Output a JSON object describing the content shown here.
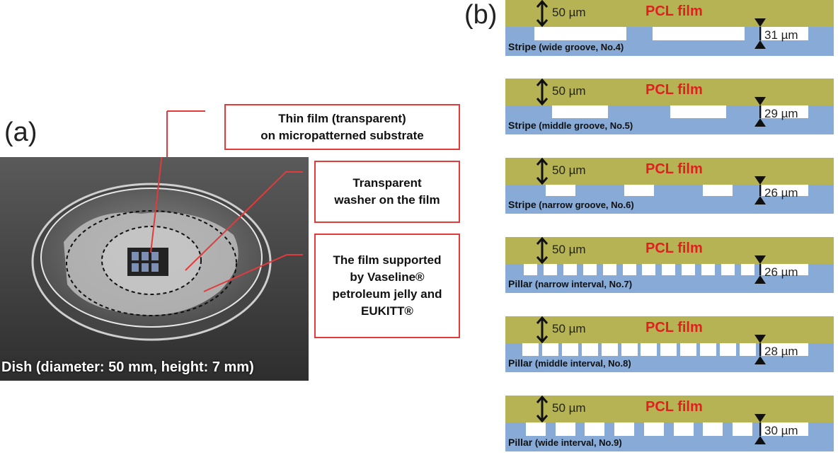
{
  "panel_a": {
    "label": "(a)",
    "caption": "Dish (diameter: 50 mm, height: 7 mm)",
    "callouts": [
      {
        "text": "Thin film (transparent)\non micropatterned substrate"
      },
      {
        "text": "Transparent\nwasher on the film"
      },
      {
        "text": "The film supported\nby Vaseline®\npetroleum jelly and\nEUKITT®"
      }
    ],
    "accent_color": "#e23b3b"
  },
  "panel_b": {
    "label": "(b)",
    "film_color": "#b5b354",
    "substrate_color": "#87aad6",
    "film_label_color": "#e02020",
    "samples": [
      {
        "film_label": "PCL film",
        "thickness": "50 µm",
        "depth": "31 µm",
        "type": "Stripe",
        "detail": "(wide groove, No.4)",
        "features": 2,
        "feature_width": 0.28,
        "depth_fraction": 0.47
      },
      {
        "film_label": "PCL film",
        "thickness": "50 µm",
        "depth": "29 µm",
        "type": "Stripe",
        "detail": "(middle groove, No.5)",
        "features": 2,
        "feature_width": 0.17,
        "depth_fraction": 0.44
      },
      {
        "film_label": "PCL film",
        "thickness": "50 µm",
        "depth": "26 µm",
        "type": "Stripe",
        "detail": "(narrow groove, No.6)",
        "features": 3,
        "feature_width": 0.09,
        "depth_fraction": 0.4
      },
      {
        "film_label": "PCL film",
        "thickness": "50 µm",
        "depth": "26 µm",
        "type": "Pillar",
        "detail": "(narrow interval, No.7)",
        "features": 12,
        "feature_width": 0.04,
        "depth_fraction": 0.4
      },
      {
        "film_label": "PCL film",
        "thickness": "50 µm",
        "depth": "28 µm",
        "type": "Pillar",
        "detail": "(middle interval, No.8)",
        "features": 12,
        "feature_width": 0.05,
        "depth_fraction": 0.43
      },
      {
        "film_label": "PCL film",
        "thickness": "50 µm",
        "depth": "30 µm",
        "type": "Pillar",
        "detail": "(wide interval, No.9)",
        "features": 8,
        "feature_width": 0.06,
        "depth_fraction": 0.46
      }
    ]
  }
}
